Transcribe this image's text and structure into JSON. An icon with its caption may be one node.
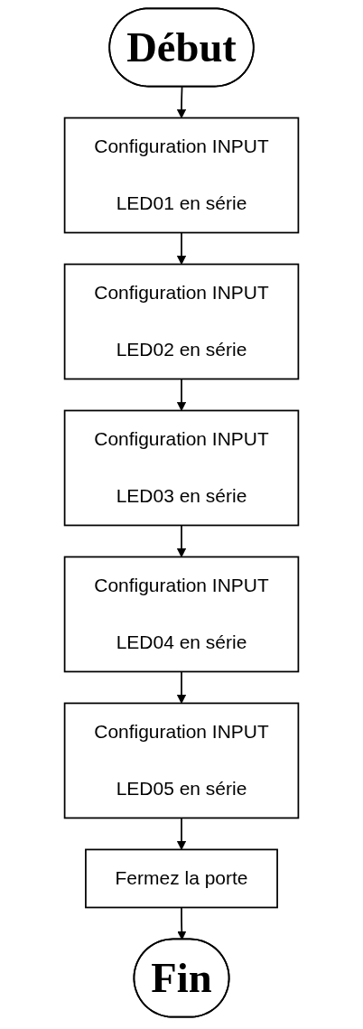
{
  "diagram": {
    "nodes": [
      {
        "text": [
          "Début"
        ]
      },
      {
        "text": [
          "Configuration INPUT",
          "LED01 en série"
        ]
      },
      {
        "text": [
          "Configuration INPUT",
          "LED02 en série"
        ]
      },
      {
        "text": [
          "Configuration INPUT",
          "LED03 en série"
        ]
      },
      {
        "text": [
          "Configuration INPUT",
          "LED04 en série"
        ]
      },
      {
        "text": [
          "Configuration INPUT",
          "LED05 en série"
        ]
      },
      {
        "text": [
          "Fermez la porte"
        ]
      },
      {
        "text": [
          "Fin"
        ]
      }
    ],
    "edges": [
      {
        "from": 0,
        "to": 1,
        "arrow": "to"
      },
      {
        "from": 1,
        "to": 2,
        "arrow": "to"
      },
      {
        "from": 2,
        "to": 3,
        "arrow": "to"
      },
      {
        "from": 3,
        "to": 4,
        "arrow": "to"
      },
      {
        "from": 4,
        "to": 5,
        "arrow": "to"
      },
      {
        "from": 5,
        "to": 6,
        "arrow": "to"
      },
      {
        "from": 6,
        "to": 7,
        "arrow": "to"
      }
    ]
  }
}
